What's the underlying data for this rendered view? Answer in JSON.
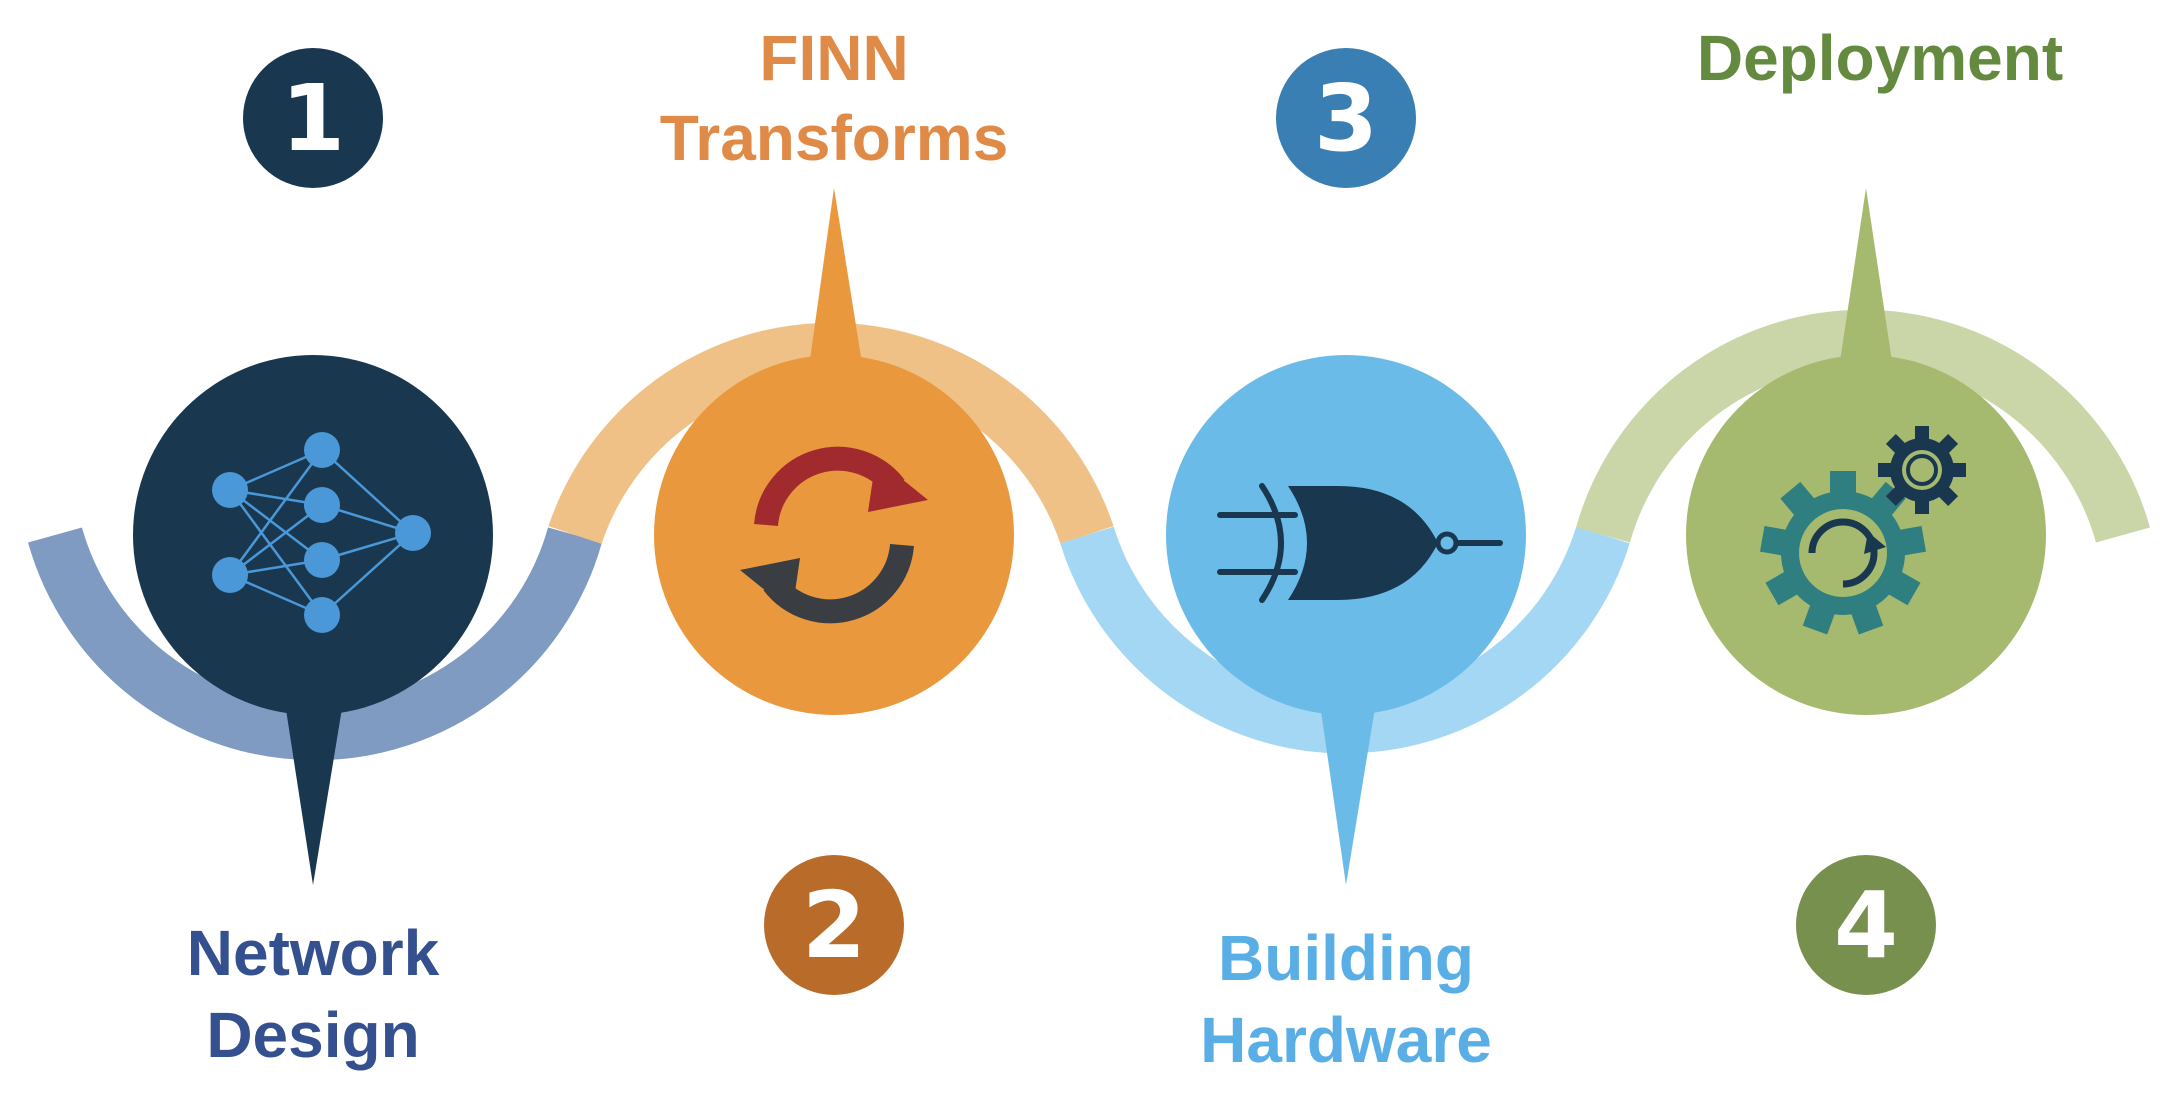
{
  "steps": [
    {
      "number": "1",
      "label_lines": [
        "Network",
        "Design"
      ],
      "icon": "neural-network-icon",
      "circle_color": "#1a3750",
      "arc_color": "#7f9bc2",
      "label_color": "#34508f",
      "badge_color": "#1a3750"
    },
    {
      "number": "2",
      "label_lines": [
        "FINN",
        "Transforms"
      ],
      "icon": "refresh-arrows-icon",
      "circle_color": "#ea983e",
      "arc_color": "#f0c186",
      "label_color": "#e08a48",
      "badge_color": "#b96c2a"
    },
    {
      "number": "3",
      "label_lines": [
        "Building",
        "Hardware"
      ],
      "icon": "xnor-gate-icon",
      "circle_color": "#6bbbe9",
      "arc_color": "#a4d7f3",
      "label_color": "#5aaee6",
      "badge_color": "#3a7fb3"
    },
    {
      "number": "4",
      "label_lines": [
        "Deployment"
      ],
      "icon": "gears-icon",
      "circle_color": "#a5b96f",
      "arc_color": "#cbd6a8",
      "label_color": "#648a3f",
      "badge_color": "#77904d"
    }
  ]
}
